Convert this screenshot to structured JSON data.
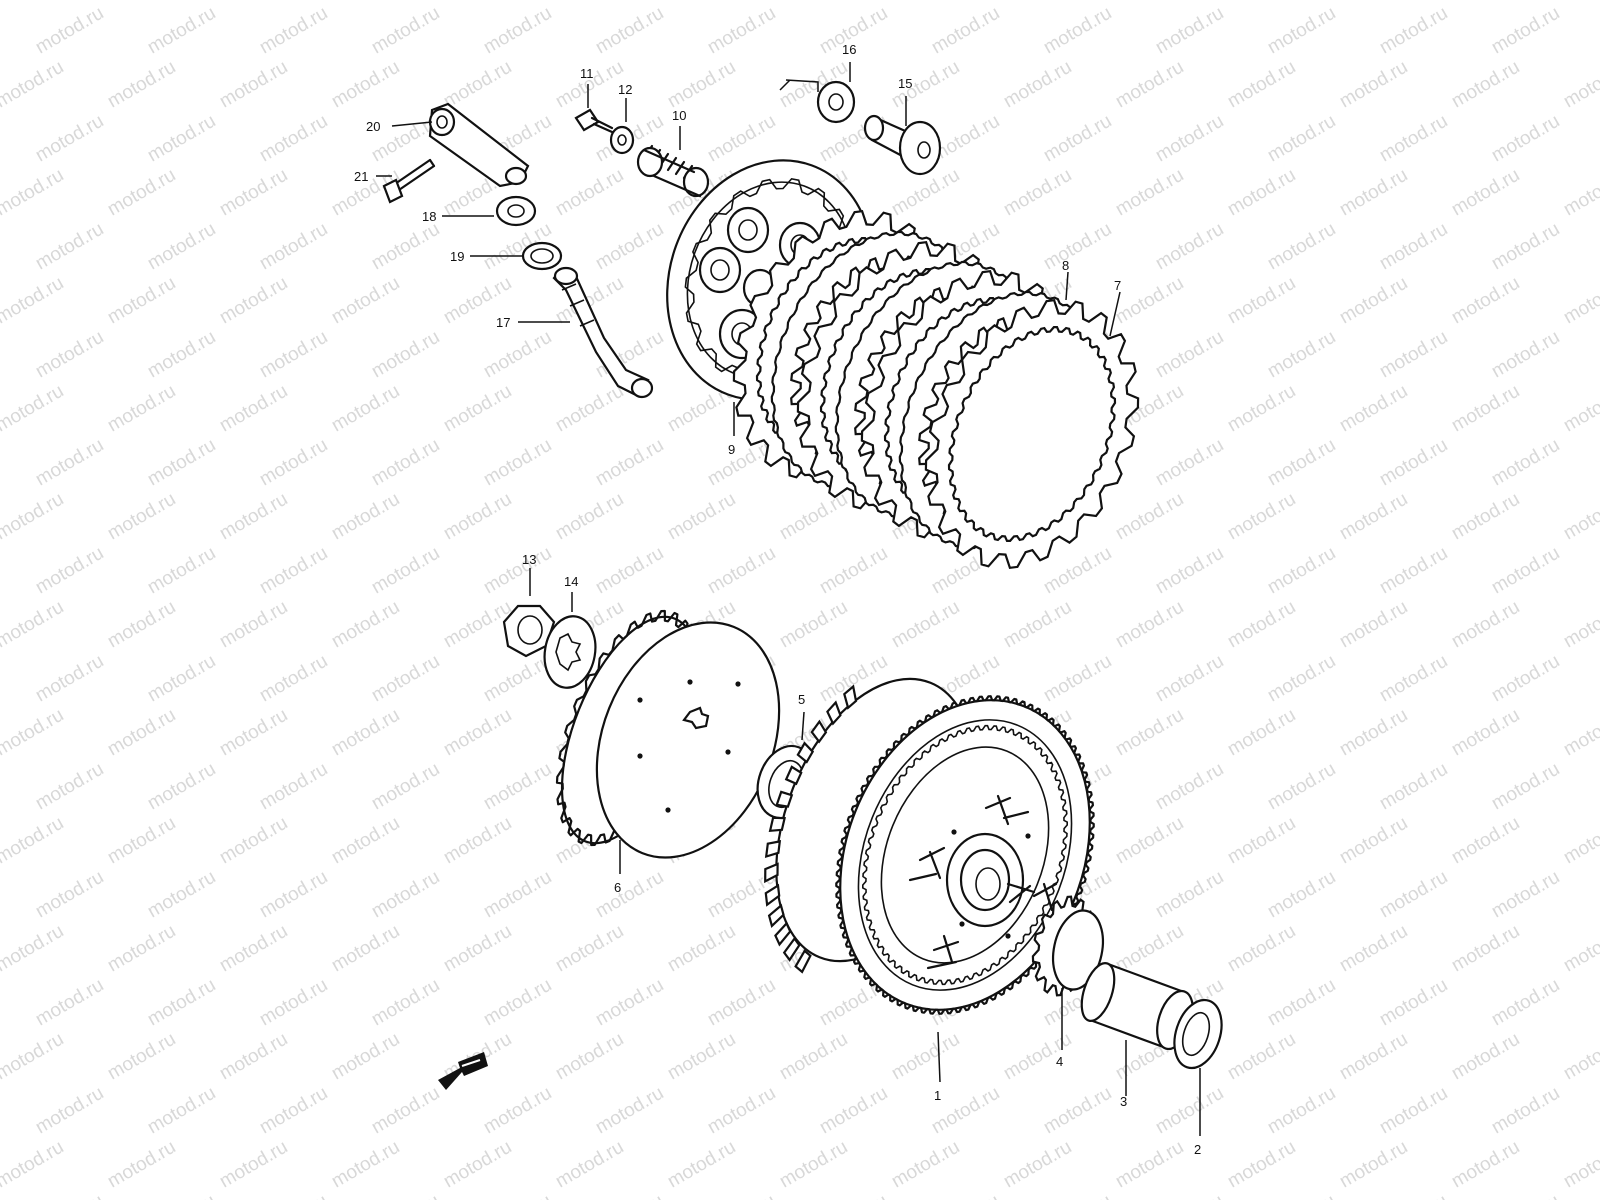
{
  "watermark": "motod.ru",
  "callouts": [
    {
      "id": "1",
      "label": "1"
    },
    {
      "id": "2",
      "label": "2"
    },
    {
      "id": "3",
      "label": "3"
    },
    {
      "id": "4",
      "label": "4"
    },
    {
      "id": "5",
      "label": "5"
    },
    {
      "id": "6",
      "label": "6"
    },
    {
      "id": "7",
      "label": "7"
    },
    {
      "id": "8",
      "label": "8"
    },
    {
      "id": "9",
      "label": "9"
    },
    {
      "id": "10",
      "label": "10"
    },
    {
      "id": "11",
      "label": "11"
    },
    {
      "id": "12",
      "label": "12"
    },
    {
      "id": "13",
      "label": "13"
    },
    {
      "id": "14",
      "label": "14"
    },
    {
      "id": "15",
      "label": "15"
    },
    {
      "id": "16",
      "label": "16"
    },
    {
      "id": "17",
      "label": "17"
    },
    {
      "id": "18",
      "label": "18"
    },
    {
      "id": "19",
      "label": "19"
    },
    {
      "id": "20",
      "label": "20"
    },
    {
      "id": "21",
      "label": "21"
    }
  ],
  "direction_icon": "front-arrow-icon"
}
